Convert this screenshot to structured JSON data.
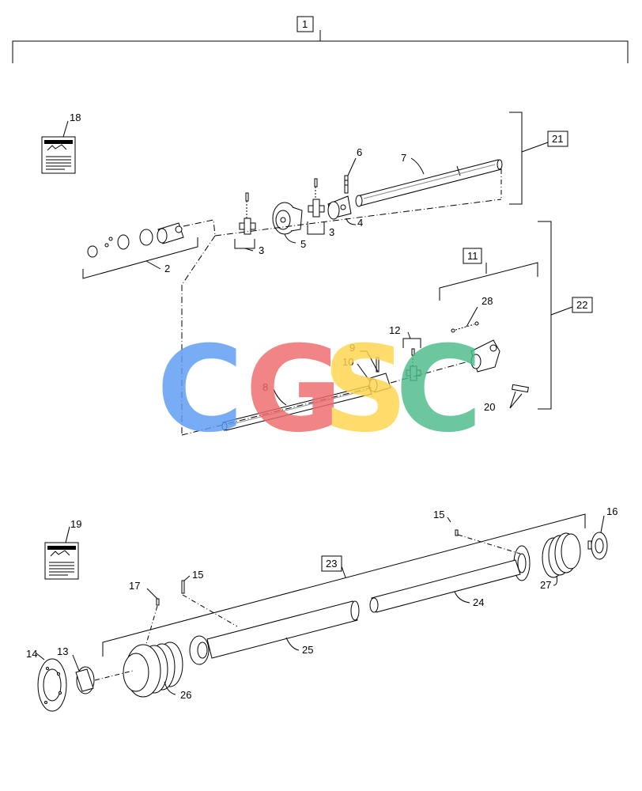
{
  "assembly_label": "1",
  "group_labels": {
    "front_half": "21",
    "rear_half": "22",
    "guard": "23",
    "subassembly": "11"
  },
  "callouts": {
    "seal_kit": "2",
    "cross_kit_a": "3",
    "cross_kit_b": "3",
    "yoke_flange": "4",
    "clutch": "5",
    "grease_fitting_top": "6",
    "outer_tube": "7",
    "inner_tube": "8",
    "yoke_inner": "9",
    "spring_pin": "10",
    "cross_kit_c": "12",
    "guard_ring_left": "13",
    "guard_cone_left": "14",
    "screw_left": "15",
    "screw_right": "15",
    "guard_cone_right": "16",
    "screw_small": "17",
    "decal_top": "18",
    "decal_bottom": "19",
    "pin": "20",
    "guard_tube_inner": "24",
    "guard_tube_outer": "25",
    "bellows_left": "26",
    "bellows_right": "27",
    "grease_fitting_rear": "28"
  },
  "watermark": {
    "text": "CGSC",
    "colors": [
      "#5b9cf5",
      "#ef6b6b",
      "#ffd54d",
      "#4dbb8a"
    ]
  },
  "colors": {
    "line": "#000000",
    "part_fill": "#ffffff",
    "shade": "#8a8a8a"
  }
}
